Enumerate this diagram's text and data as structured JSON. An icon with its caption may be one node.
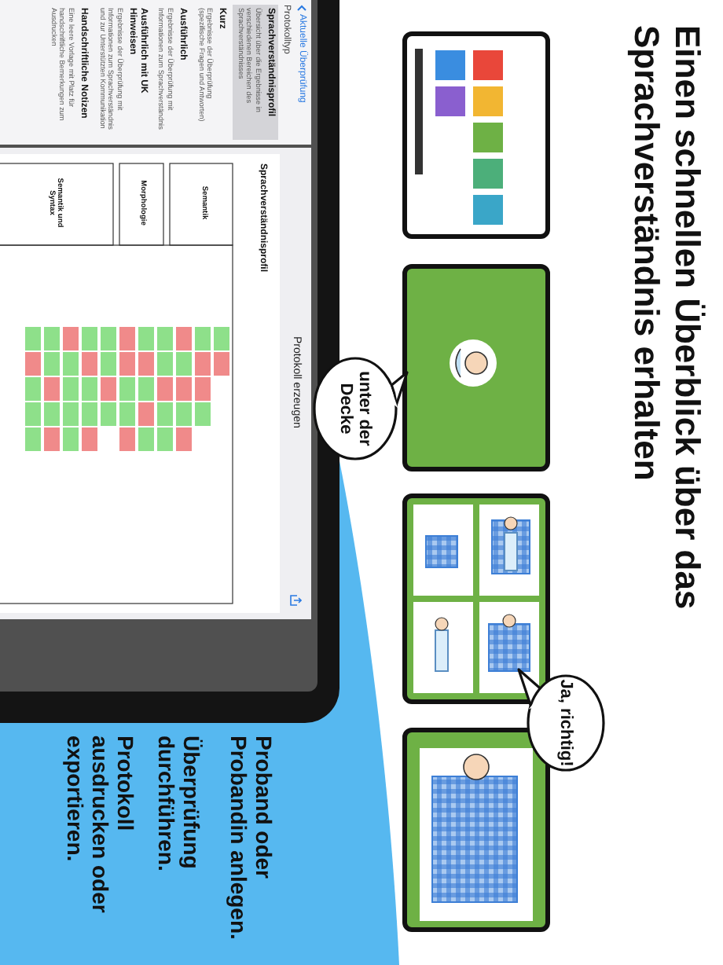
{
  "diagram": {
    "title": "Einen schnellen Überblick über das Sprachverständnis erhalten",
    "nodes": [
      {
        "text": [
          "unter der Decke"
        ]
      },
      {
        "text": [
          "Ja, richtig!"
        ]
      }
    ],
    "labels": [
      "Aktuelle Überprüfung",
      "Protokolltyp",
      "Sprachverständnisprofil",
      "Übersicht über die Ergebnisse in verschiedenen Bereichen des Sprachverständnisses",
      "Kurz",
      "Ergebnisse der Überprüfung (spezifische Fragen und Antworten)",
      "Ausführlich",
      "Ergebnisse der Überprüfung mit Informationen zum Sprachverständnis",
      "Ausführlich mit UK Hinweisen",
      "Ergebnisse der Überprüfung mit Informationen zum Sprachverständnis und zur Unterstützten Kommunikation",
      "Handschriftliche Notizen",
      "Eine leere Vorlage mit Platz für handschriftliche Bemerkungen zum Ausdrucken",
      "Protokoll erzeugen",
      "Sprachverständnisprofil",
      "Semantik",
      "Morphologie",
      "Semantik und Syntax",
      "Proband oder Probandin anlegen.",
      "Überprüfung durchführen.",
      "Protokoll ausdrucken oder exportieren."
    ]
  }
}
